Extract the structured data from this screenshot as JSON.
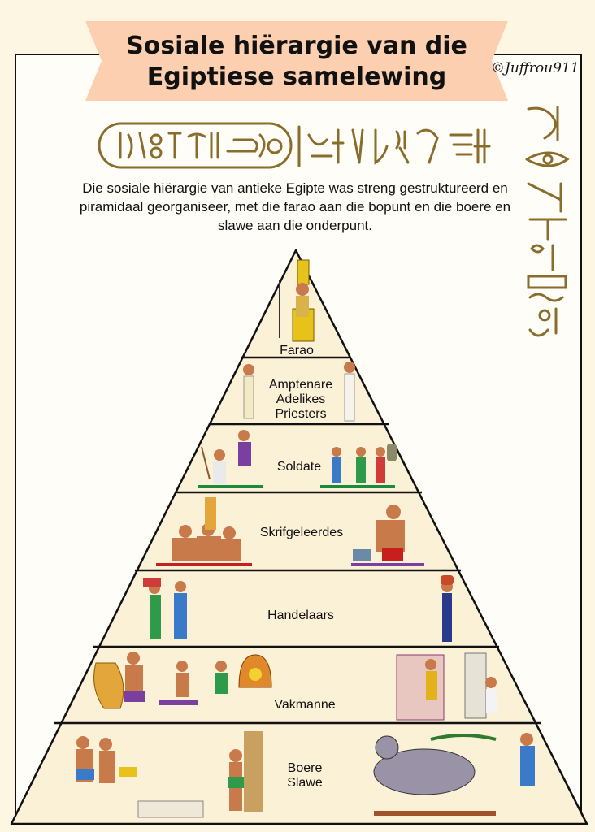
{
  "title": "Sosiale hiërargie van die Egiptiese samelewing",
  "copyright": "©Juffrou911",
  "intro": "Die sosiale hiërargie van antieke Egipte was streng gestruktureerd en piramidaal georganiseer, met die farao aan die bopunt en die boere en slawe aan die onderpunt.",
  "colors": {
    "banner": "#fccfb0",
    "pyramid": "#fbf1d6",
    "gold": "#8a6d2c",
    "outline": "#111111"
  },
  "tiers": [
    {
      "id": "farao",
      "label": "Farao"
    },
    {
      "id": "amptenare",
      "lines": [
        "Amptenare",
        "Adelikes",
        "Priesters"
      ]
    },
    {
      "id": "soldate",
      "label": "Soldate"
    },
    {
      "id": "skrifgeleerdes",
      "label": "Skrifgeleerdes"
    },
    {
      "id": "handelaars",
      "label": "Handelaars"
    },
    {
      "id": "vakmanne",
      "label": "Vakmanne"
    },
    {
      "id": "boere",
      "lines": [
        "Boere",
        "Slawe"
      ]
    }
  ]
}
